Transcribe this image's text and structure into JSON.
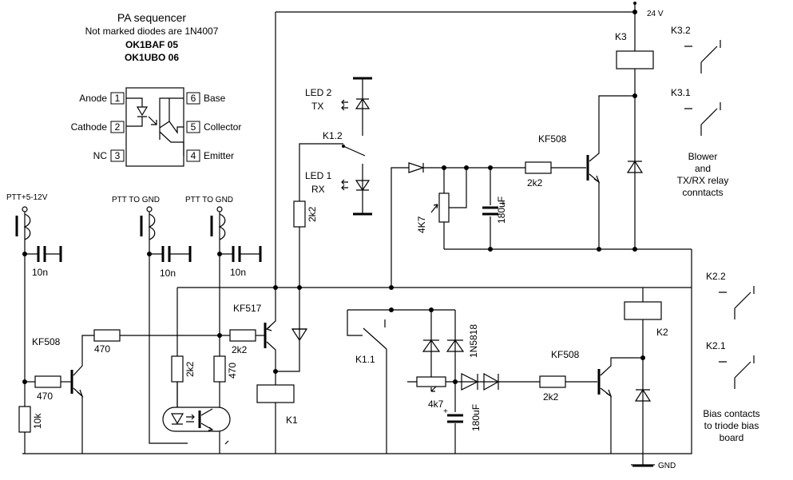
{
  "title": {
    "line1": "PA sequencer",
    "line2": "Not marked diodes are 1N4007",
    "author1": "OK1BAF 05",
    "author2": "OK1UBO 06"
  },
  "optocoupler_pins": {
    "p1_name": "Anode",
    "p1": "1",
    "p2_name": "Cathode",
    "p2": "2",
    "p3_name": "NC",
    "p3": "3",
    "p4_name": "Emitter",
    "p4": "4",
    "p5_name": "Collector",
    "p5": "5",
    "p6_name": "Base",
    "p6": "6"
  },
  "inputs": {
    "ptt_v": "PTT+5-12V",
    "ptt_gnd_a": "PTT TO GND",
    "ptt_gnd_b": "PTT TO GND"
  },
  "components": {
    "c1": "10n",
    "c2": "10n",
    "c3": "10n",
    "t_left": "KF508",
    "r470_h": "470",
    "r470_low": "470",
    "r10k": "10k",
    "r2k2_v": "2k2",
    "r470_v": "470",
    "r2k2_base": "2k2",
    "t_kf517": "KF517",
    "k1": "K1",
    "r2k2_k12": "2k2",
    "k12": "K1.2",
    "led2": "LED 2",
    "led2_tx": "TX",
    "led1": "LED 1",
    "led1_rx": "RX",
    "k11": "K1.1",
    "d_1n5818": "1N5818",
    "pot_bottom": "4k7",
    "c_bottom": "180uF",
    "r2k2_bottom": "2k2",
    "t_bottom": "KF508",
    "k2": "K2",
    "pot_top": "4K7",
    "c_top": "180uF",
    "r2k2_top": "2k2",
    "t_top": "KF508",
    "k3": "K3"
  },
  "rails": {
    "vcc": "24 V",
    "gnd": "GND"
  },
  "relay_contacts": {
    "k32": "K3.2",
    "k31": "K3.1",
    "k22": "K2.2",
    "k21": "K2.1",
    "blower_1": "Blower",
    "blower_2": "and",
    "blower_3": "TX/RX relay",
    "blower_4": "conntacts",
    "bias_1": "Bias contacts",
    "bias_2": "to triode bias",
    "bias_3": "board"
  }
}
